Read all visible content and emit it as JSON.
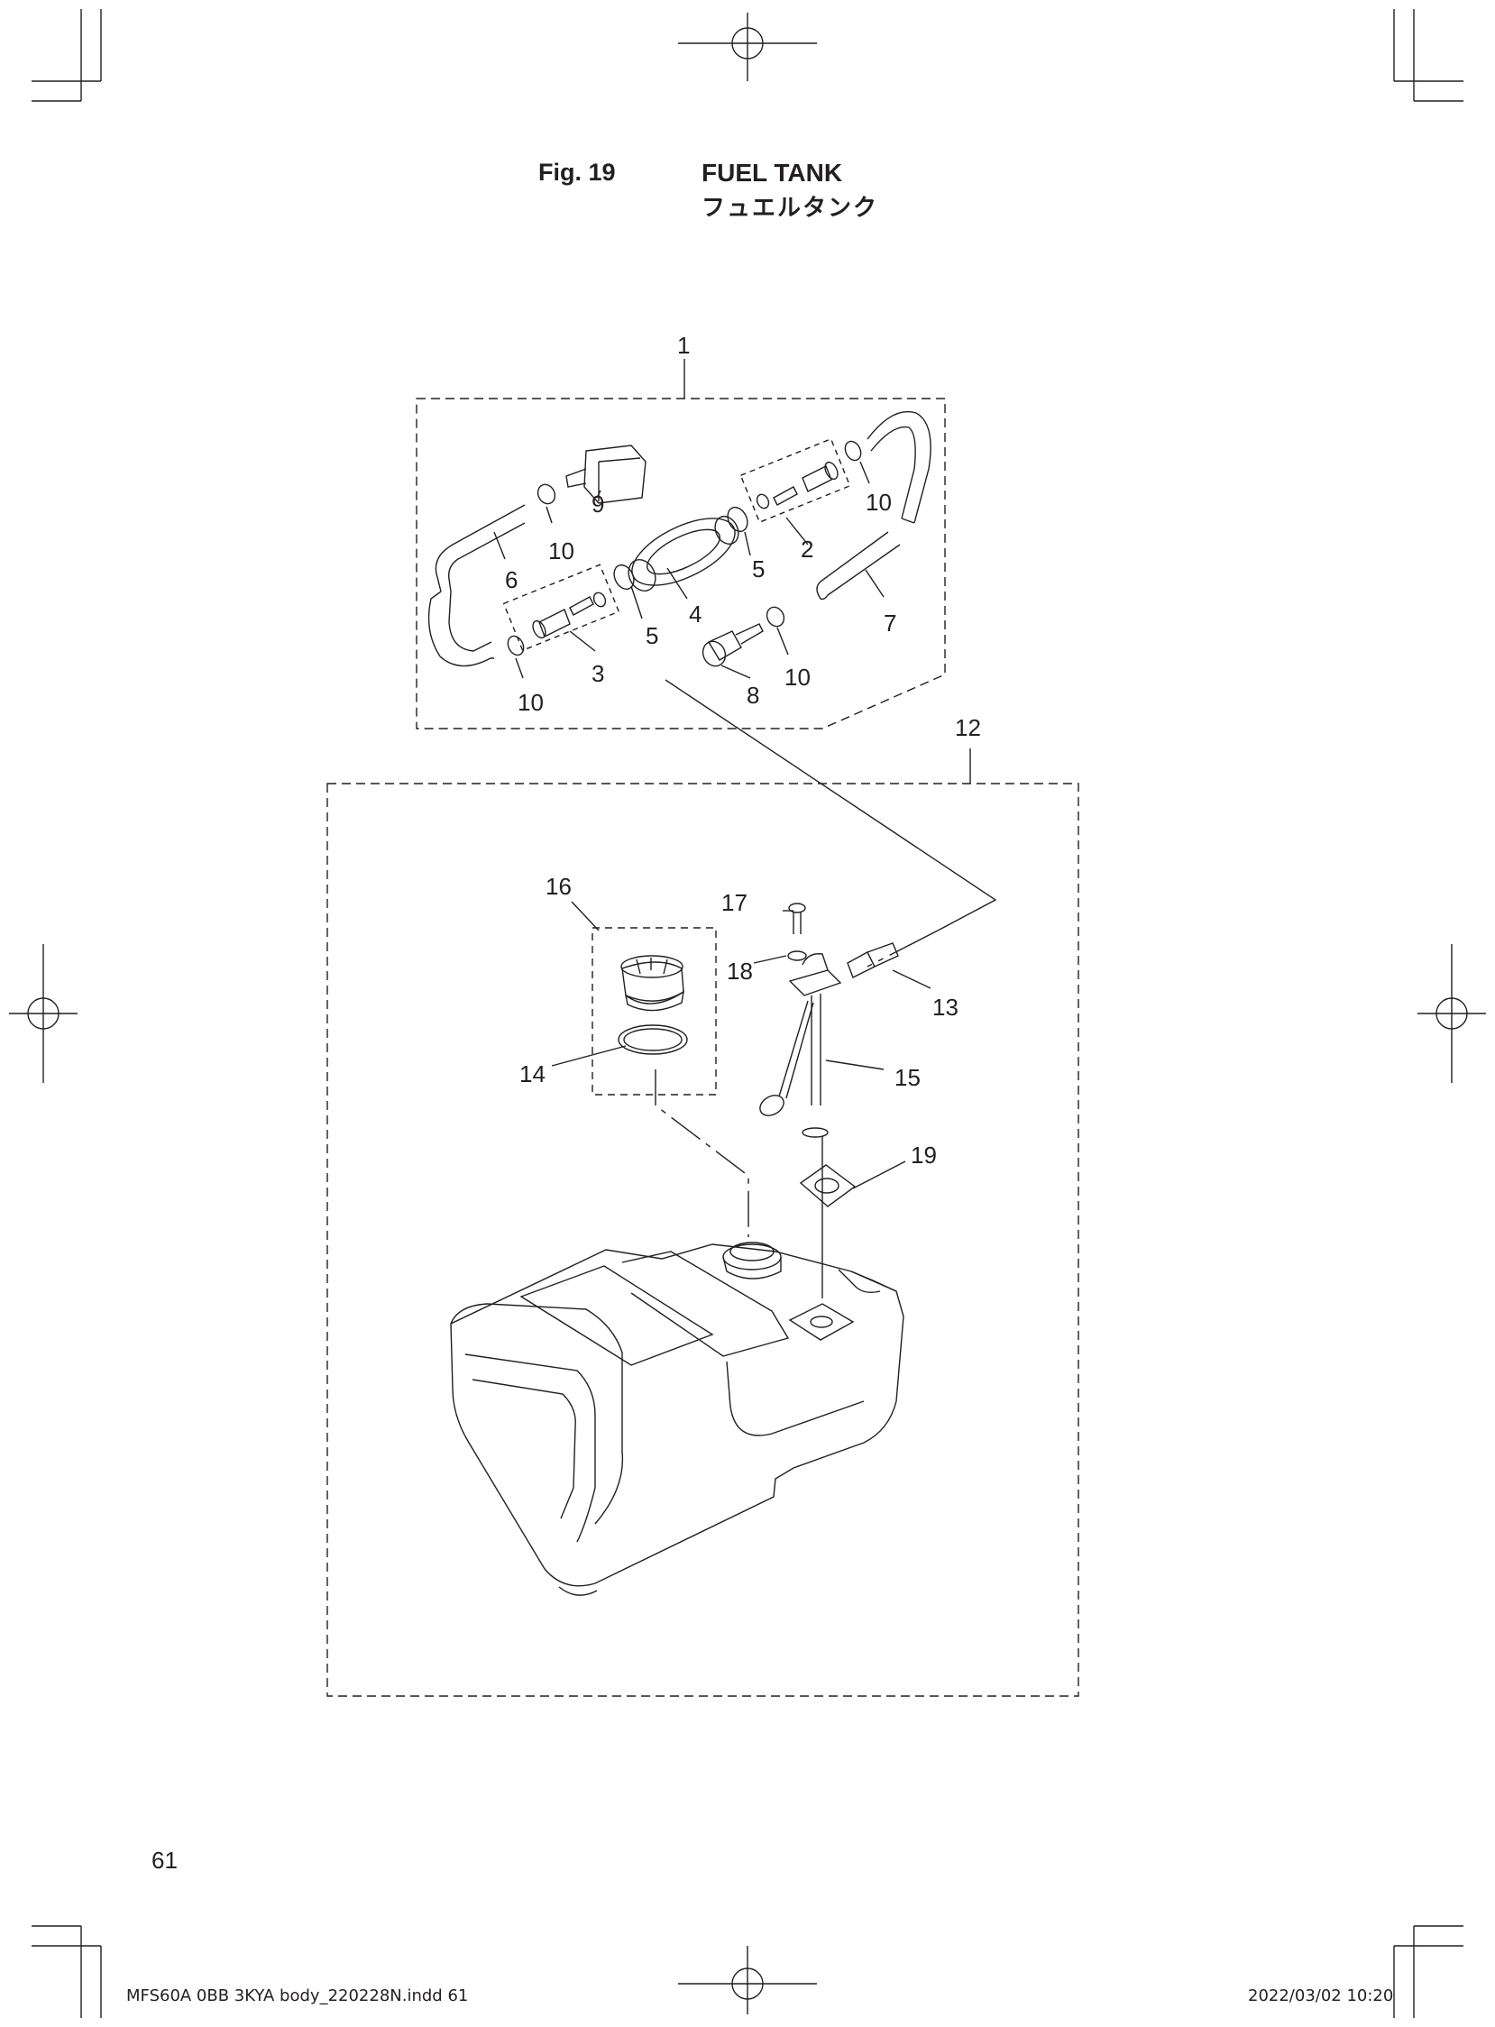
{
  "header": {
    "fig_label": "Fig. 19",
    "title_en": "FUEL TANK",
    "title_jp": "フュエルタンク"
  },
  "callouts": [
    {
      "id": "1",
      "part": "fuel-hose-assembly"
    },
    {
      "id": "2",
      "part": "connector-set"
    },
    {
      "id": "3",
      "part": "connector-set"
    },
    {
      "id": "4",
      "part": "primer-bulb"
    },
    {
      "id": "5",
      "part": "bulb-collar"
    },
    {
      "id": "6",
      "part": "fuel-hose"
    },
    {
      "id": "7",
      "part": "fuel-hose"
    },
    {
      "id": "8",
      "part": "hose-connector"
    },
    {
      "id": "9",
      "part": "engine-connector"
    },
    {
      "id": "10",
      "part": "hose-clamp"
    },
    {
      "id": "12",
      "part": "fuel-tank-assembly"
    },
    {
      "id": "13",
      "part": "tank-connector"
    },
    {
      "id": "14",
      "part": "o-ring"
    },
    {
      "id": "15",
      "part": "fuel-gauge-pickup"
    },
    {
      "id": "16",
      "part": "filler-cap"
    },
    {
      "id": "17",
      "part": "screw"
    },
    {
      "id": "18",
      "part": "washer"
    },
    {
      "id": "19",
      "part": "gasket"
    }
  ],
  "footer": {
    "page_number": "61",
    "file_name": "MFS60A 0BB 3KYA body_220228N.indd   61",
    "date_time": "2022/03/02   10:20"
  }
}
